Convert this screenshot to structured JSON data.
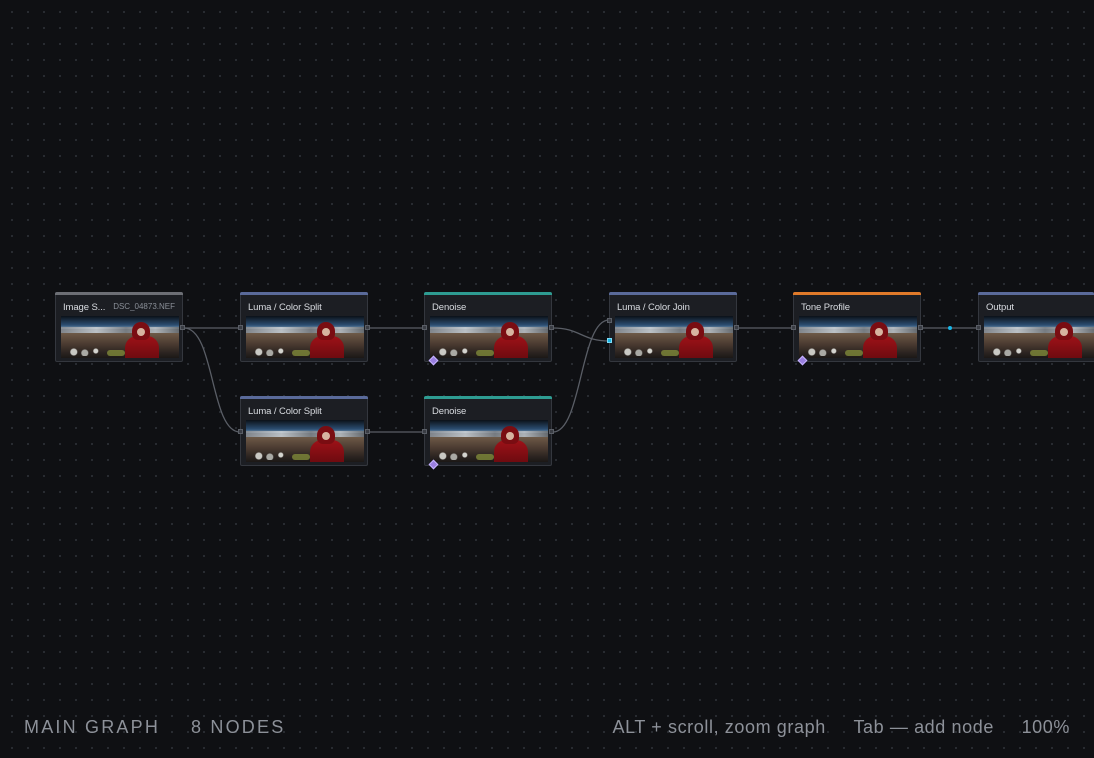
{
  "graph": {
    "name": "MAIN GRAPH",
    "node_count_label": "8 NODES",
    "zoom": "100%"
  },
  "hints": {
    "zoom_hint": "ALT + scroll, zoom graph",
    "add_hint": "Tab — add node"
  },
  "colors": {
    "source": "#6d6f75",
    "split": "#5a6a9a",
    "denoise": "#2e9c92",
    "join": "#5a6a9a",
    "tone": "#e07a2a",
    "output": "#5a6a9a",
    "active_port": "#19b6e6",
    "mask_port": "#9a7fe0"
  },
  "nodes": [
    {
      "id": "image_source",
      "title": "Image S...",
      "subtitle": "DSC_04873.NEF",
      "thumb": "image-thumbnail"
    },
    {
      "id": "split_1",
      "title": "Luma / Color Split",
      "thumb": "image-thumbnail"
    },
    {
      "id": "split_2",
      "title": "Luma / Color Split",
      "thumb": "image-thumbnail"
    },
    {
      "id": "denoise_1",
      "title": "Denoise",
      "thumb": "image-thumbnail"
    },
    {
      "id": "denoise_2",
      "title": "Denoise",
      "thumb": "image-thumbnail"
    },
    {
      "id": "join",
      "title": "Luma / Color Join",
      "thumb": "image-thumbnail"
    },
    {
      "id": "tone",
      "title": "Tone Profile",
      "thumb": "image-thumbnail"
    },
    {
      "id": "output",
      "title": "Output",
      "thumb": "image-thumbnail"
    }
  ]
}
